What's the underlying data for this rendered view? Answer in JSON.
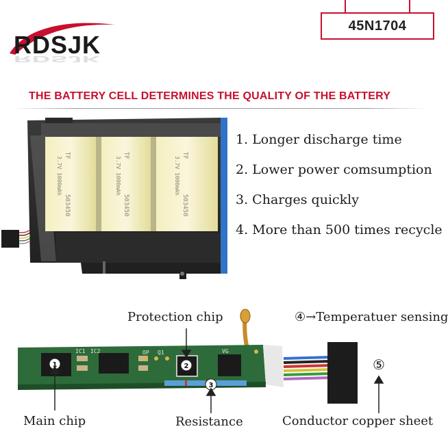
{
  "brand": {
    "logo_text": "RDSJK",
    "logo_color": "#c8102e"
  },
  "model": {
    "label": "45N1704"
  },
  "headline": "THE BATTERY CELL DETERMINES THE QUALITY OF THE BATTERY",
  "features": [
    "1. Longer discharge time",
    "2. Lower power comsumption",
    "3. Charges quickly",
    "4. More than 500 times recycle"
  ],
  "battery_cells": [
    {
      "brand": "TF",
      "model": "503450",
      "spec": "3.7V 1000mAh"
    },
    {
      "brand": "TF",
      "model": "503450",
      "spec": "3.7V 1000mAh"
    },
    {
      "brand": "TF",
      "model": "503450",
      "spec": "3.7V 1000mAh"
    }
  ],
  "circuit": {
    "callouts": {
      "protection_chip": "Protection chip",
      "temperature": "④→Temperatuer sensing",
      "main_chip": "Main chip",
      "resistance": "Resistance",
      "copper": "Conductor copper sheet"
    },
    "markers": {
      "main_chip": "1",
      "protection_chip": "2",
      "resistance": "3",
      "copper": "⑤"
    },
    "pcb_silk": [
      "IC1",
      "IC2",
      "OP",
      "Q1",
      "VG"
    ]
  },
  "colors": {
    "accent": "#c8102e",
    "pcb": "#2e6b3a",
    "cell": "#e9e3a8",
    "edge": "#2f74c8"
  }
}
